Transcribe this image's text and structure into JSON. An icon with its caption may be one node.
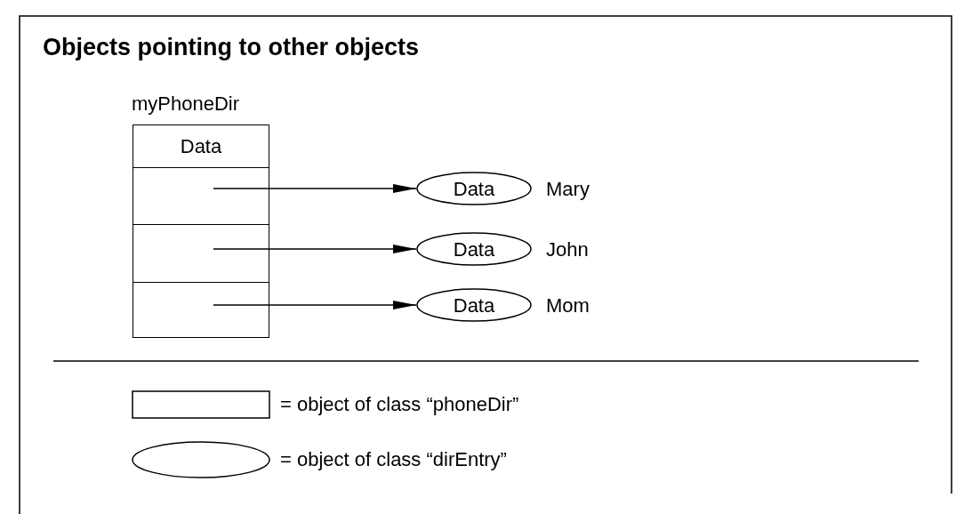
{
  "diagram": {
    "title": "Objects pointing to other objects",
    "nodes": [
      {
        "text": [
          "myPhoneDir"
        ]
      },
      {
        "text": [
          "Data"
        ],
        "in": 0
      },
      {
        "text": [],
        "shape": "box",
        "in": 0
      },
      {
        "text": [],
        "shape": "box",
        "in": 0
      },
      {
        "text": [],
        "shape": "box",
        "in": 0
      },
      {
        "text": [
          "Data"
        ],
        "beside": [
          "Mary"
        ]
      },
      {
        "text": [
          "Data"
        ],
        "beside": [
          "John"
        ]
      },
      {
        "text": [
          "Data"
        ],
        "beside": [
          "Mom"
        ]
      }
    ],
    "edges": [
      {
        "from": 2,
        "to": 5,
        "arrow": "to"
      },
      {
        "from": 3,
        "to": 6,
        "arrow": "to"
      },
      {
        "from": 4,
        "to": 7,
        "arrow": "to"
      }
    ],
    "legend": [
      {
        "text": "= object of class “phoneDir”"
      },
      {
        "text": "= object of class “dirEntry”"
      }
    ]
  }
}
